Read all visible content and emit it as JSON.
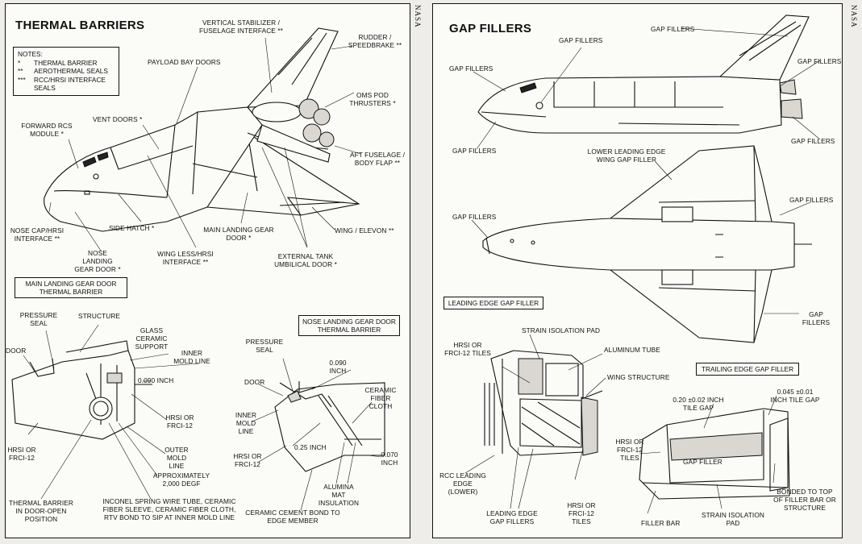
{
  "side_text": {
    "left": "NASA",
    "right": "NASA"
  },
  "left": {
    "title": "THERMAL BARRIERS",
    "notes": {
      "heading": "NOTES:",
      "items": [
        {
          "mark": "*",
          "text": "THERMAL BARRIER"
        },
        {
          "mark": "**",
          "text": "AEROTHERMAL SEALS"
        },
        {
          "mark": "***",
          "text": "RCC/HRSI INTERFACE SEALS"
        }
      ]
    },
    "labels": {
      "vertical_stabilizer": "VERTICAL STABILIZER / FUSELAGE INTERFACE **",
      "rudder": "RUDDER / SPEEDBRAKE **",
      "payload_doors": "PAYLOAD BAY DOORS",
      "oms": "OMS POD THRUSTERS *",
      "vent": "VENT DOORS *",
      "forward_rcs": "FORWARD RCS MODULE *",
      "aft_fuselage": "AFT FUSELAGE / BODY FLAP **",
      "side_hatch": "SIDE HATCH *",
      "main_gear": "MAIN LANDING GEAR DOOR *",
      "wing_elevon": "WING / ELEVON **",
      "nose_cap": "NOSE CAP/HRSI INTERFACE **",
      "nose_gear": "NOSE LANDING GEAR DOOR *",
      "wing_less": "WING LESS/HRSI INTERFACE **",
      "external_tank": "EXTERNAL TANK UMBILICAL DOOR *"
    },
    "mlg": {
      "title": "MAIN LANDING GEAR DOOR THERMAL BARRIER",
      "labels": {
        "pressure_seal": "PRESSURE SEAL",
        "structure": "STRUCTURE",
        "glass": "GLASS CERAMIC SUPPORT",
        "door": "DOOR",
        "inner_mold": "INNER MOLD LINE",
        "inch": "0.090 INCH",
        "hrsi_a": "HRSI OR FRCI-12",
        "hrsi_b": "HRSI OR FRCI-12",
        "outer_mold": "OUTER MOLD LINE",
        "approx": "APPROXIMATELY 2,000 DEGF",
        "thermal_barrier": "THERMAL BARRIER IN DOOR-OPEN POSITION",
        "inconel": "INCONEL SPRING WIRE TUBE, CERAMIC FIBER SLEEVE, CERAMIC FIBER CLOTH, RTV BOND TO SIP AT INNER MOLD LINE"
      }
    },
    "nlg": {
      "title": "NOSE LANDING GEAR DOOR THERMAL BARRIER",
      "labels": {
        "pressure_seal": "PRESSURE SEAL",
        "inch_090": "0.090 INCH",
        "door": "DOOR",
        "ceramic_fiber": "CERAMIC FIBER CLOTH",
        "inner_mold": "INNER MOLD LINE",
        "hrsi": "HRSI OR FRCI-12",
        "inch_25": "0.25 INCH",
        "inch_070": "0.070 INCH",
        "alumina": "ALUMINA MAT INSULATION",
        "cement": "CERAMIC CEMENT BOND TO EDGE MEMBER"
      }
    }
  },
  "right": {
    "title": "GAP FILLERS",
    "labels": {
      "gf_top_center": "GAP FILLERS",
      "gf_top_right": "GAP FILLERS",
      "gf_nose_top": "GAP FILLERS",
      "gf_tail_side": "GAP FILLERS",
      "gf_nose_bottom": "GAP FILLERS",
      "gf_aft_side": "GAP FILLERS",
      "lower_leading": "LOWER LEADING EDGE WING GAP FILLER",
      "gf_right_mid": "GAP FILLERS",
      "gf_nose_plan": "GAP FILLERS",
      "gap_fillers_r": "GAP FILLERS"
    },
    "lead": {
      "title": "LEADING EDGE GAP FILLER",
      "labels": {
        "strain_pad": "STRAIN ISOLATION PAD",
        "hrsi_top": "HRSI OR FRCI-12 TILES",
        "aluminum": "ALUMINUM TUBE",
        "wing_structure": "WING STRUCTURE",
        "rcc": "RCC LEADING EDGE (LOWER)",
        "leading_gap": "LEADING EDGE GAP FILLERS",
        "hrsi_bottom": "HRSI OR FRCI-12 TILES"
      }
    },
    "trail": {
      "title": "TRAILING EDGE GAP FILLER",
      "labels": {
        "gap020": "0.20 ±0.02 INCH TILE GAP",
        "gap045": "0.045 ±0.01 INCH TILE GAP",
        "hrsi": "HRSI OR FRCI-12 TILES",
        "gap_filler": "GAP FILLER",
        "bonded": "BONDED TO TOP OF FILLER BAR OR STRUCTURE",
        "filler_bar": "FILLER BAR",
        "strain_pad": "STRAIN ISOLATION PAD"
      }
    }
  }
}
